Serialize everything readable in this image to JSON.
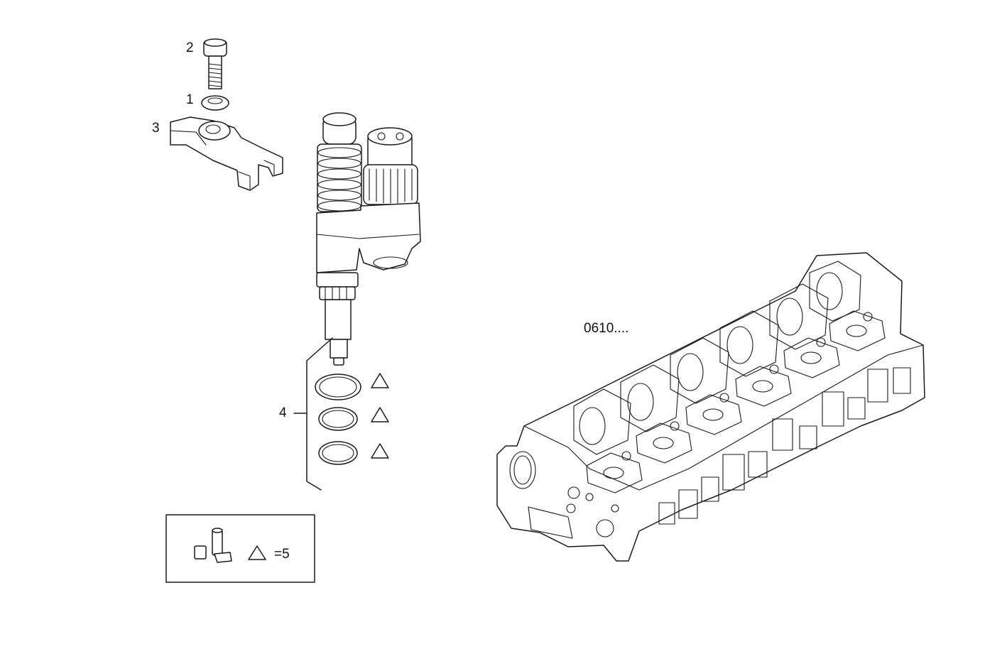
{
  "callouts": {
    "bolt": "2",
    "washer": "1",
    "bracket": "3",
    "seal_kit": "4",
    "cylinder_head_ref": "0610...."
  },
  "legend": {
    "symbol_meaning": "=5"
  },
  "icons": {
    "seal_marker": "triangle-icon",
    "kit_marker": "kit-parts-icon"
  }
}
